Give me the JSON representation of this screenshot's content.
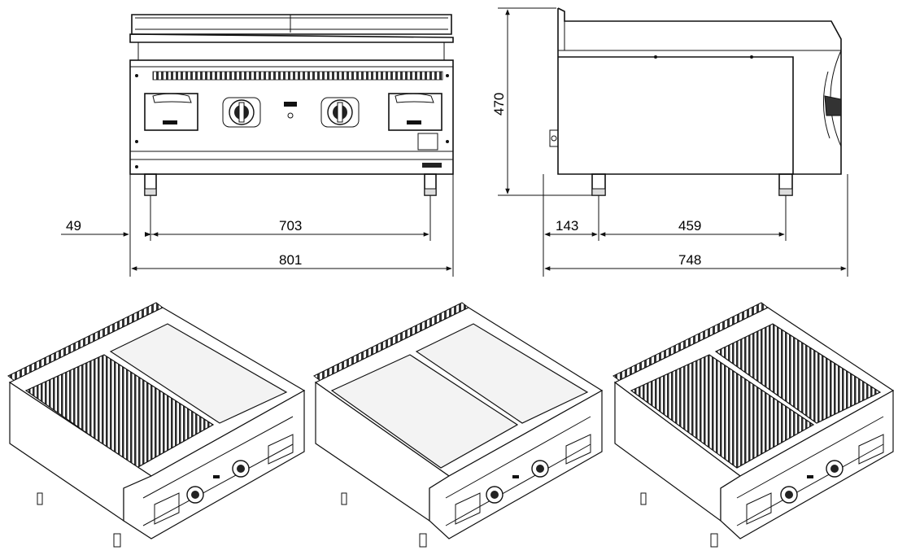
{
  "dimensions": {
    "front_left_offset": "49",
    "front_leg_span": "703",
    "front_total_width": "801",
    "side_height": "470",
    "side_left_offset": "143",
    "side_leg_span": "459",
    "side_total_depth": "748"
  },
  "colors": {
    "line": "#111111",
    "background": "#ffffff",
    "grill_dark": "#2a2a2a"
  },
  "icons": [
    "control-knob-icon",
    "indicator-light-icon"
  ]
}
